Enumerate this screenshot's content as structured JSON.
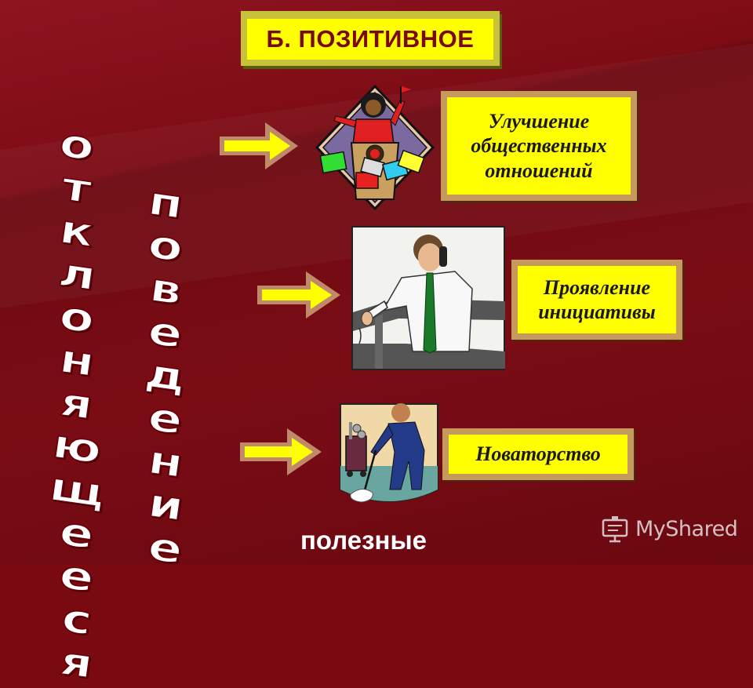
{
  "header": {
    "title": "Б. ПОЗИТИВНОЕ"
  },
  "vertical_words": {
    "word1": [
      "о",
      "т",
      "к",
      "л",
      "о",
      "н",
      "я",
      "ю",
      "щ",
      "е",
      "е",
      "с",
      "я"
    ],
    "word2": [
      "п",
      "о",
      "в",
      "е",
      "д",
      "е",
      "н",
      "и",
      "е"
    ]
  },
  "items": [
    {
      "text_lines": [
        "Улучшение",
        "общественных",
        "отношений"
      ]
    },
    {
      "text_lines": [
        "Проявление",
        "инициативы"
      ]
    },
    {
      "text_lines": [
        "Новаторство"
      ]
    }
  ],
  "footer": {
    "word": "полезные"
  },
  "watermark": {
    "text": "MyShared"
  },
  "colors": {
    "background": "#7a0a12",
    "box_fill": "#ffff00",
    "arrow_fill": "#ffff00",
    "arrow_border": "#c08a6a"
  }
}
